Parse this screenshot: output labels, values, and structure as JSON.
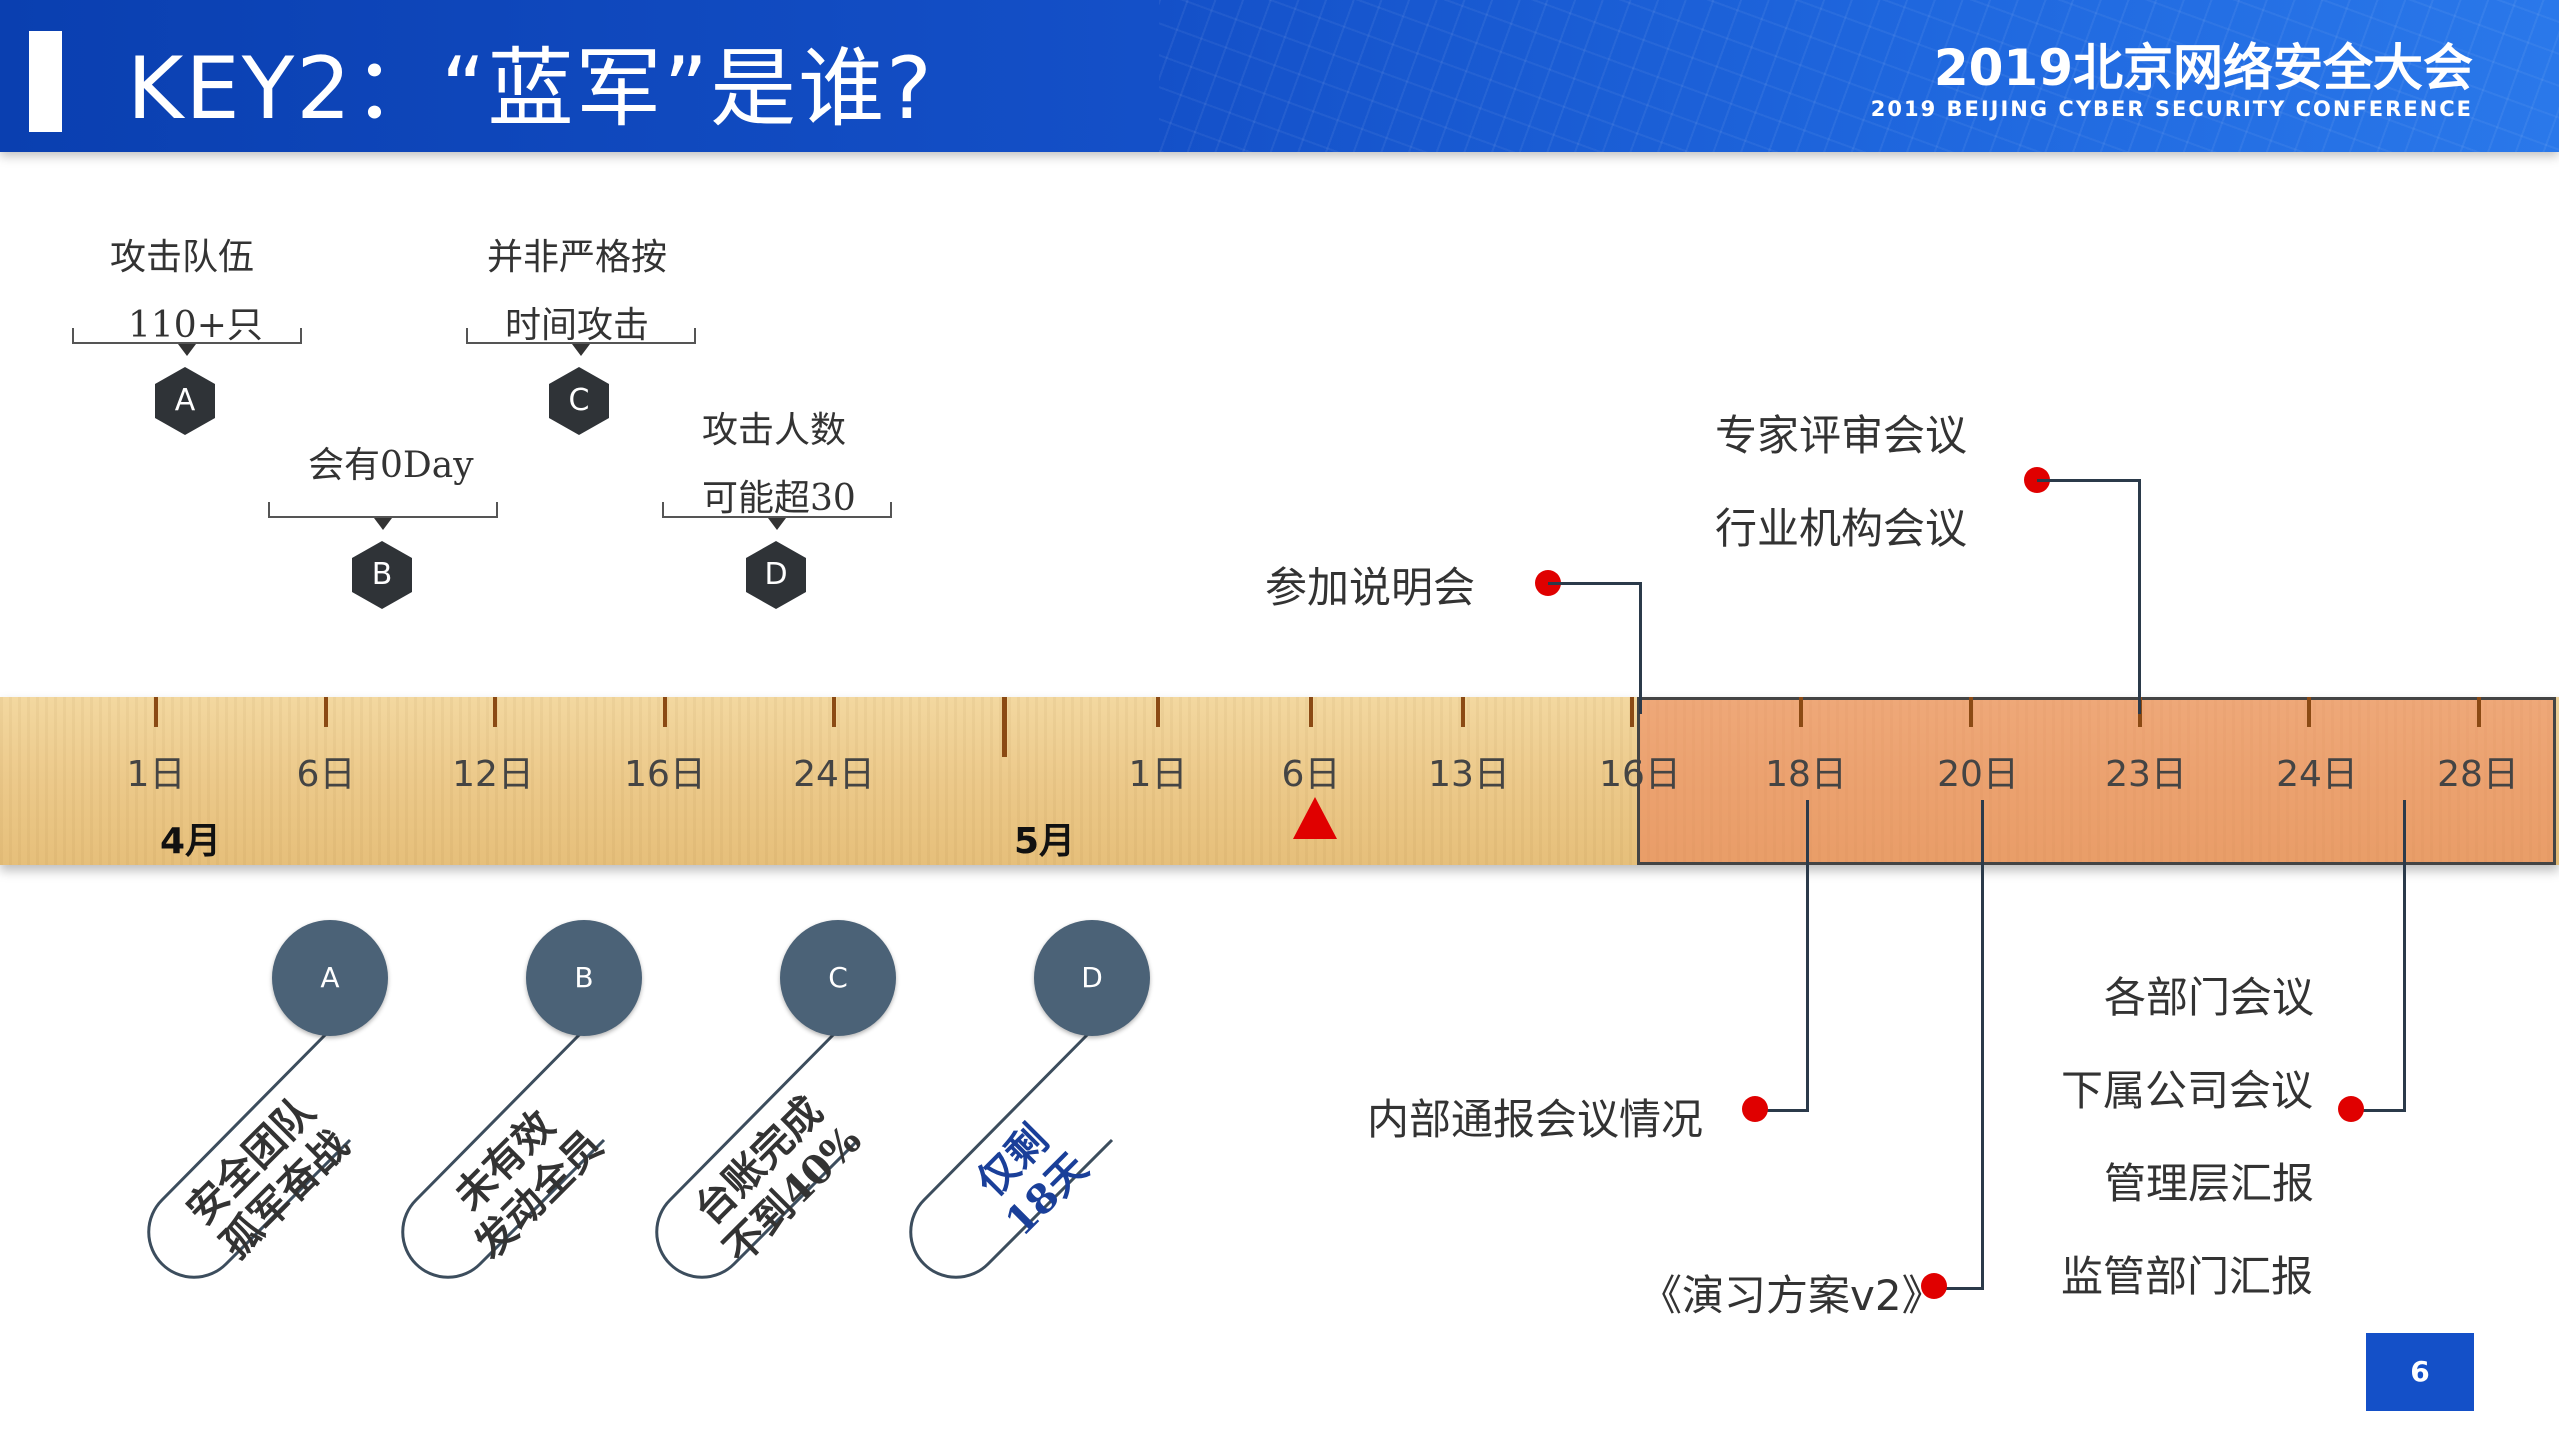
{
  "header": {
    "title": "KEY2：“蓝军”是谁?",
    "conference_cn": "2019北京网络安全大会",
    "conference_en": "2019 BEIJING CYBER SECURITY CONFERENCE"
  },
  "top_labels": {
    "A": {
      "line1": "攻击队伍",
      "line2": "110+只",
      "letter": "A"
    },
    "B": {
      "line1": "会有0Day",
      "letter": "B"
    },
    "C": {
      "line1": "并非严格按",
      "line2": "时间攻击",
      "letter": "C"
    },
    "D": {
      "line1": "攻击人数",
      "line2": "可能超30",
      "letter": "D"
    }
  },
  "timeline": {
    "april_days": [
      "1日",
      "6日",
      "12日",
      "16日",
      "24日"
    ],
    "may_days": [
      "1日",
      "6日",
      "13日",
      "16日",
      "18日",
      "20日",
      "23日",
      "24日",
      "28日"
    ],
    "months": [
      "4月",
      "5月"
    ]
  },
  "callouts": {
    "briefing": "参加说明会",
    "expert_review": "专家评审会议",
    "industry_meeting": "行业机构会议",
    "internal_report": "内部通报会议情况",
    "plan_doc": "《演习方案v2》",
    "dept_meeting": "各部门会议",
    "sub_company_meeting": "下属公司会议",
    "management_report": "管理层汇报",
    "regulator_report": "监管部门汇报"
  },
  "pins": [
    {
      "letter": "A",
      "line1": "安全团队",
      "line2": "孤军奋战"
    },
    {
      "letter": "B",
      "line1": "未有效",
      "line2": "发动全员"
    },
    {
      "letter": "C",
      "line1": "台账完成",
      "line2": "不到40%"
    },
    {
      "letter": "D",
      "line1": "仅剩",
      "line2": "18天"
    }
  ],
  "page_number": "6",
  "colors": {
    "header_blue": "#1450c8",
    "ruler_tan": "#ecc98a",
    "highlight_orange": "#eb825a",
    "marker_red": "#e00000",
    "pin_slate": "#4b6277"
  }
}
